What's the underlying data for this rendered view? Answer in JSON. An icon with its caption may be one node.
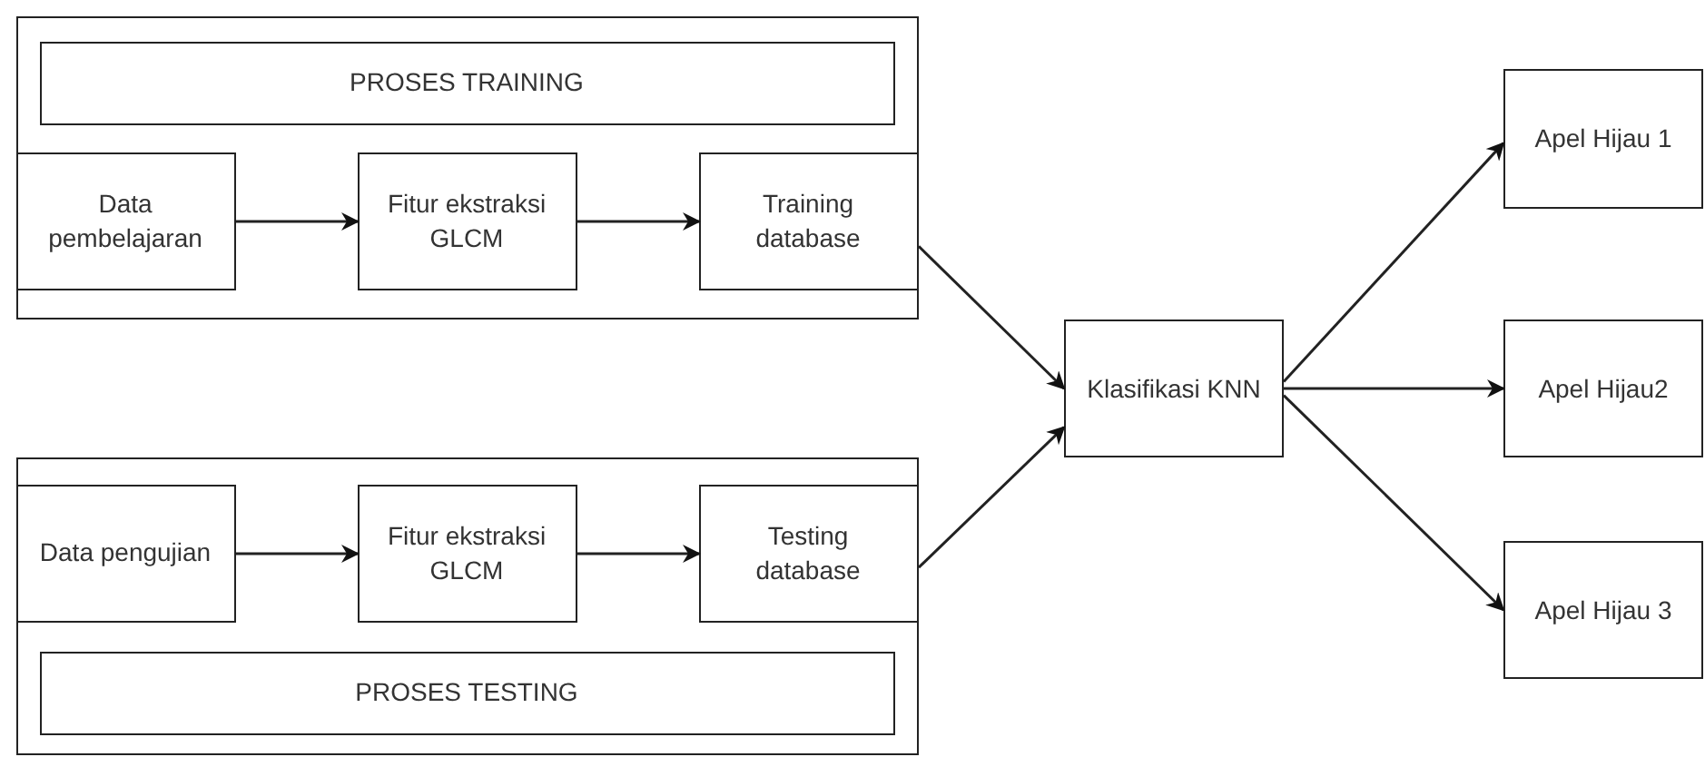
{
  "diagram": {
    "nodes": [
      {
        "text": [],
        "shape": "box"
      },
      {
        "text": [
          "PROSES TRAINING"
        ],
        "in": 0
      },
      {
        "text": [
          "Data pembelajaran"
        ],
        "in": 0
      },
      {
        "text": [
          "Fitur ekstraksi GLCM"
        ],
        "in": 0
      },
      {
        "text": [
          "Training database"
        ],
        "in": 0
      },
      {
        "text": [],
        "shape": "box"
      },
      {
        "text": [
          "Data pengujian"
        ],
        "in": 5
      },
      {
        "text": [
          "Fitur ekstraksi GLCM"
        ],
        "in": 5
      },
      {
        "text": [
          "Testing database"
        ],
        "in": 5
      },
      {
        "text": [
          "PROSES TESTING"
        ],
        "in": 5
      },
      {
        "text": [
          "Klasifikasi KNN"
        ]
      },
      {
        "text": [
          "Apel Hijau 1"
        ]
      },
      {
        "text": [
          "Apel Hijau2"
        ]
      },
      {
        "text": [
          "Apel Hijau 3"
        ]
      }
    ],
    "edges": [
      {
        "from": 2,
        "to": 3,
        "arrow": "to"
      },
      {
        "from": 3,
        "to": 4,
        "arrow": "to"
      },
      {
        "from": 6,
        "to": 7,
        "arrow": "to"
      },
      {
        "from": 7,
        "to": 8,
        "arrow": "to"
      },
      {
        "from": 4,
        "to": 10,
        "arrow": "to"
      },
      {
        "from": 8,
        "to": 10,
        "arrow": "to"
      },
      {
        "from": 10,
        "to": 11,
        "arrow": "to"
      },
      {
        "from": 10,
        "to": 12,
        "arrow": "to"
      },
      {
        "from": 10,
        "to": 13,
        "arrow": "to"
      }
    ]
  }
}
